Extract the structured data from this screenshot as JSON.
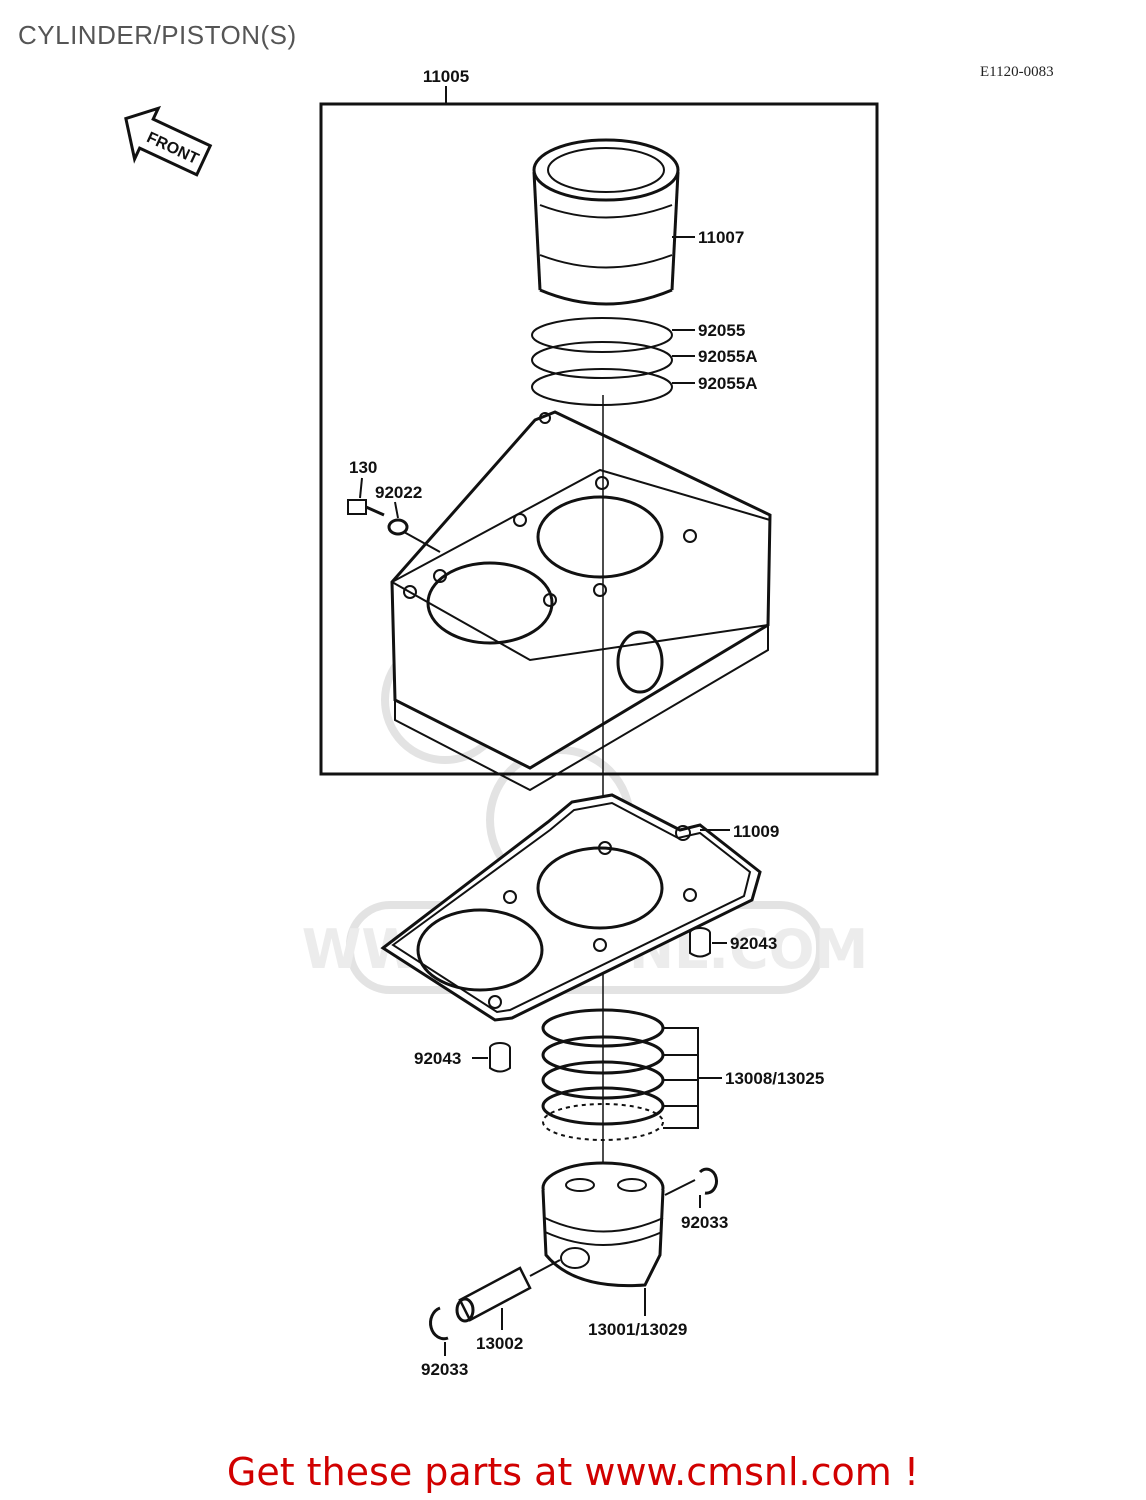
{
  "header": {
    "title": "CYLINDER/PISTON(S)",
    "ref_code": "E1120-0083"
  },
  "front_arrow": {
    "text": "FRONT"
  },
  "watermark": {
    "text": "WWW.CMSNL.COM"
  },
  "parts": {
    "p11005": "11005",
    "p11007": "11007",
    "p92055": "92055",
    "p92055a_1": "92055A",
    "p92055a_2": "92055A",
    "p130": "130",
    "p92022": "92022",
    "p11009": "11009",
    "p92043_r": "92043",
    "p92043_l": "92043",
    "p13008": "13008/13025",
    "p92033_r": "92033",
    "p13002": "13002",
    "p13001": "13001/13029",
    "p92033_l": "92033"
  },
  "footer": {
    "text": "Get these parts at www.cmsnl.com !"
  }
}
